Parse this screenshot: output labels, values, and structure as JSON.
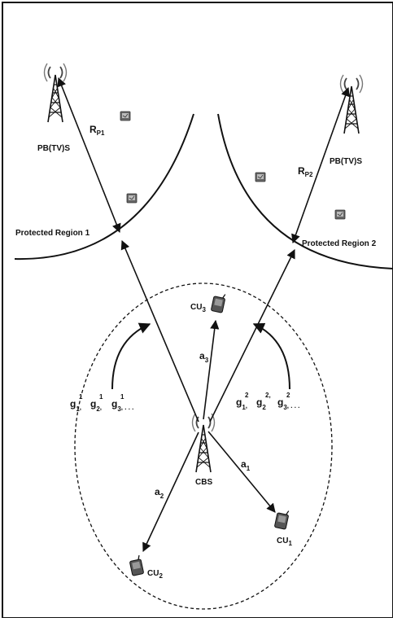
{
  "labels": {
    "pbts_left": "PB(TV)S",
    "pbts_right": "PB(TV)S",
    "region_1": "Protected Region 1",
    "region_2": "Protected Region 2",
    "cbs": "CBS"
  },
  "symbols": {
    "rp1": {
      "base": "R",
      "sub": "P1"
    },
    "rp2": {
      "base": "R",
      "sub": "P2"
    },
    "a1": {
      "base": "a",
      "sub": "1"
    },
    "a2": {
      "base": "a",
      "sub": "2"
    },
    "a3": {
      "base": "a",
      "sub": "3"
    },
    "cu1": {
      "base": "CU",
      "sub": "1"
    },
    "cu2": {
      "base": "CU",
      "sub": "2"
    },
    "cu3": {
      "base": "CU",
      "sub": "3"
    }
  },
  "gains_left": [
    {
      "base": "g",
      "sub": "1",
      "sup": "1",
      "sep": ","
    },
    {
      "base": "g",
      "sub": "2",
      "sup": "1",
      "sep": ","
    },
    {
      "base": "g",
      "sub": "3",
      "sup": "1",
      "sep": ", . . ."
    }
  ],
  "gains_right": [
    {
      "base": "g",
      "sub": "1",
      "sup": "2",
      "sep": ","
    },
    {
      "base": "g",
      "sub": "2",
      "sup": "2,",
      "sep": ""
    },
    {
      "base": "g",
      "sub": "3",
      "sup": "2",
      "sep": ", . . ."
    }
  ]
}
